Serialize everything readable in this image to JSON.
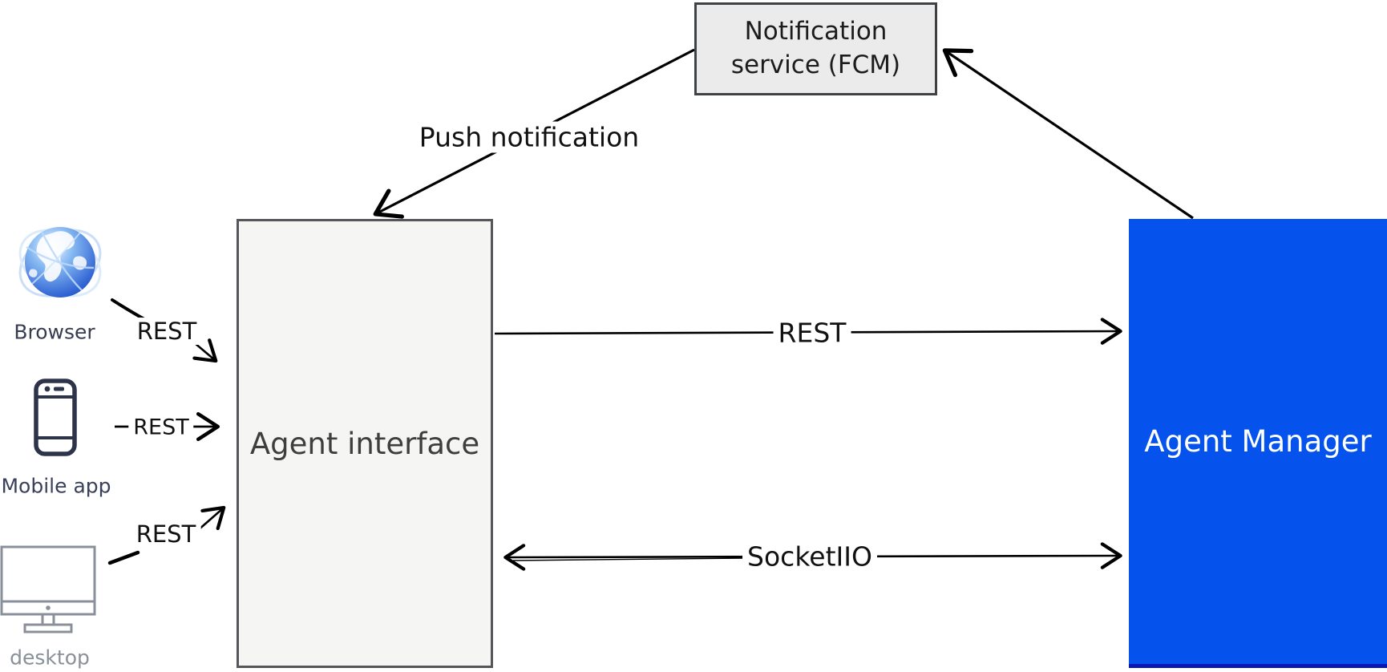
{
  "diagram": {
    "nodes": {
      "notification_service": {
        "line1": "Notification",
        "line2": "service (FCM)",
        "fill": "#ebebeb",
        "border_color": "#3f4245"
      },
      "agent_interface": {
        "label": "Agent interface",
        "fill": "#f5f5f4",
        "border_color": "#54565a"
      },
      "agent_manager": {
        "label": "Agent Manager",
        "fill": "#0552ec",
        "border_color": "#0917b5",
        "text_color": "#ffffff"
      }
    },
    "clients": [
      {
        "label": "Browser",
        "icon": "globe-icon"
      },
      {
        "label": "Mobile app",
        "icon": "smartphone-icon"
      },
      {
        "label": "desktop",
        "icon": "monitor-icon"
      }
    ],
    "edge_labels": {
      "push": "Push notification",
      "rest_browser": "REST",
      "rest_mobile": "REST",
      "rest_desktop": "REST",
      "rest_main": "REST",
      "socket": "SocketIIO"
    },
    "colors": {
      "arrow": "#000000",
      "client_label_dark": "#39415a",
      "client_label_gray": "#8a9099"
    }
  }
}
